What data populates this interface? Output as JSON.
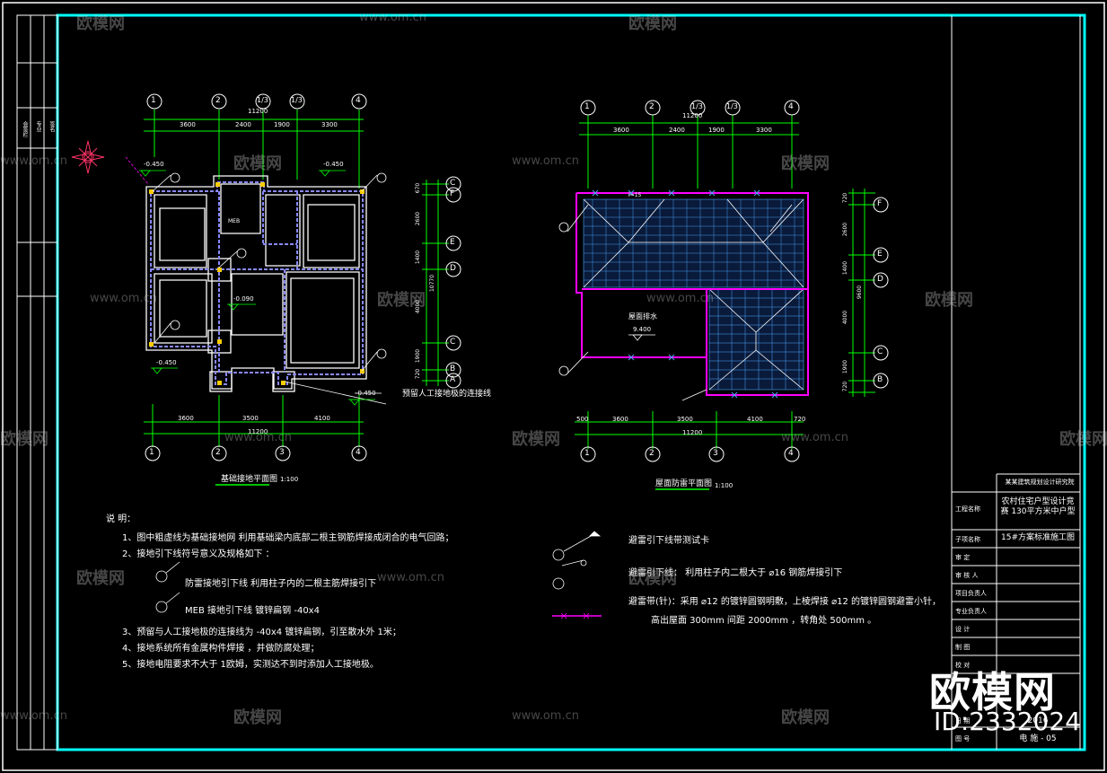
{
  "drawing": {
    "left_plan": {
      "title": "基础接地平面图",
      "scale": "1:100",
      "axis_top": [
        "1",
        "2",
        "1/3",
        "1/3",
        "4"
      ],
      "axis_bottom": [
        "1",
        "2",
        "3",
        "4"
      ],
      "axis_right": [
        "C",
        "F",
        "E",
        "D",
        "C",
        "B",
        "A"
      ],
      "dims_top": [
        "3600",
        "2400",
        "1900",
        "3300"
      ],
      "overall_top": "11200",
      "dims_bottom": [
        "3600",
        "3500",
        "4100"
      ],
      "overall_bottom": "11200",
      "dims_right": [
        "670",
        "2600",
        "1400",
        "4000",
        "1900",
        "720"
      ],
      "overall_right": "10770",
      "elev": [
        "-0.450",
        "-0.450",
        "-0.090",
        "-0.450",
        "-0.450"
      ],
      "mark_meb": "MEB",
      "leader_note": "预留人工接地极的连接线"
    },
    "right_plan": {
      "title": "屋面防雷平面图",
      "scale": "1:100",
      "axis_top": [
        "1",
        "2",
        "1/3",
        "1/3",
        "4"
      ],
      "axis_bottom": [
        "1",
        "2",
        "3",
        "4"
      ],
      "axis_right": [
        "F",
        "E",
        "D",
        "C",
        "B"
      ],
      "dims_top": [
        "3600",
        "2400",
        "1900",
        "3300"
      ],
      "overall_top": "11200",
      "dims_bottom": [
        "500",
        "3600",
        "3500",
        "4100",
        "720"
      ],
      "overall_bottom": "11200",
      "dims_right": [
        "720",
        "2600",
        "1400",
        "4000",
        "1900",
        "720"
      ],
      "overall_right": "9600",
      "roof_label": "屋面排水",
      "elev": "9.400",
      "tag": "i=15"
    },
    "notes": {
      "head": "说    明：",
      "items": [
        "1、图中粗虚线为基础接地网      利用基础梁内底部二根主钢筋焊接成闭合的电气回路；",
        "2、接地引下线符号意义及规格如下     ：",
        "防雷接地引下线    利用柱子内的二根主筋焊接引下",
        "MEB 接地引下线   镀锌扁钢 -40x4",
        "3、预留与人工接地极的连接线为      -40x4  镀锌扁钢，引至散水外    1米；",
        "4、接地系统所有金属构件焊接    ，并做防腐处理；",
        "5、接地电阻要求不大于    1欧姆，实测达不到时添加人工接地极。"
      ]
    },
    "legend": {
      "title": "避雷引下线带测试卡",
      "line1": "避雷引下线：  利用柱子内二根大于     ⌀16  钢筋焊接引下",
      "line2": "避雷带(针)：采用    ⌀12  的镀锌圆钢明敷，上棱焊接    ⌀12  的镀锌圆钢避雷小针，",
      "line3": "高出屋面  300mm   间距 2000mm  ，转角处  500mm  。"
    },
    "title_block": {
      "company": "某某建筑规划设计研究院",
      "project_name_key": "工程名称",
      "project_name": "农村住宅户型设计竞赛 130平方米中户型",
      "subproject_key": "子项名称",
      "subproject": "15#方案标准施工图",
      "rows": [
        "审    定",
        "审 核 人",
        "项目负责人",
        "专业负责人",
        "设    计",
        "制    图",
        "校    对",
        "日    期",
        "图    号"
      ],
      "drawing_no": "电 施 - 05",
      "date": "2016"
    },
    "left_strip": [
      "会签栏",
      "专业",
      "签名"
    ],
    "watermarks": {
      "brand": "欧模网",
      "site": "www.om.cn",
      "big": "欧模网",
      "id": "ID:2332024"
    }
  },
  "colors": {
    "background": "#000000",
    "frame": "#00ffff",
    "axis": "#00ff00",
    "wall": "#ffffff",
    "ground_line": "#8888ff",
    "roof": "#ff00ff",
    "tile": "#4da6ff",
    "text": "#ffffff"
  }
}
